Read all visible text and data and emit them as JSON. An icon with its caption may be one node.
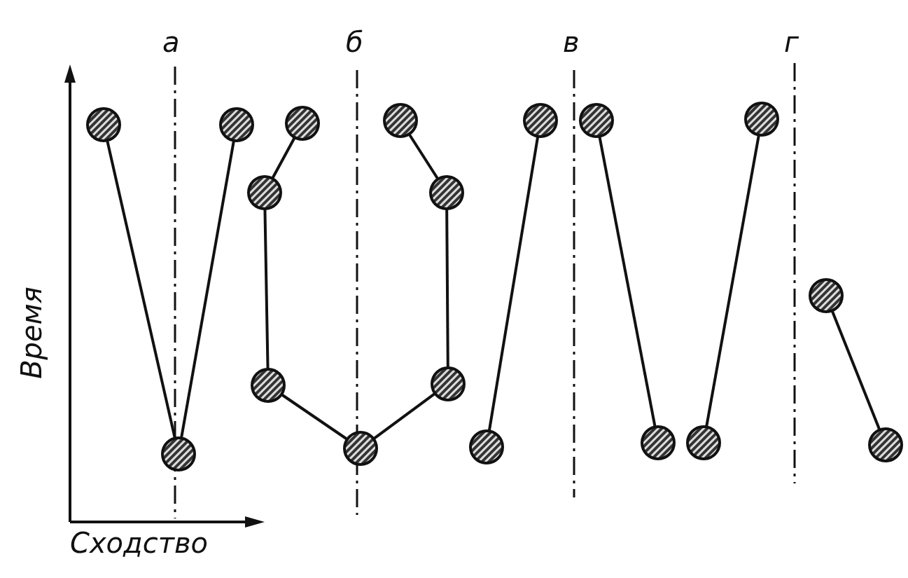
{
  "diagram": {
    "nodes": [
      {
        "text": [],
        "shape": "circle"
      },
      {
        "text": [],
        "shape": "circle"
      },
      {
        "text": [],
        "shape": "circle"
      },
      {
        "text": [],
        "shape": "circle"
      },
      {
        "text": [],
        "shape": "circle"
      },
      {
        "text": [],
        "shape": "circle"
      },
      {
        "text": [],
        "shape": "circle"
      },
      {
        "text": [],
        "shape": "circle"
      },
      {
        "text": [],
        "shape": "circle"
      },
      {
        "text": [],
        "shape": "circle"
      },
      {
        "text": [],
        "shape": "circle"
      },
      {
        "text": [],
        "shape": "circle"
      },
      {
        "text": [],
        "shape": "circle"
      },
      {
        "text": [],
        "shape": "circle"
      },
      {
        "text": [],
        "shape": "circle"
      },
      {
        "text": [],
        "shape": "circle"
      },
      {
        "text": [],
        "shape": "circle"
      },
      {
        "text": [],
        "shape": "circle"
      }
    ],
    "edges": [
      {
        "from": 0,
        "to": 1,
        "arrow": "none"
      },
      {
        "from": 1,
        "to": 2,
        "arrow": "none"
      },
      {
        "from": 3,
        "to": 4,
        "arrow": "none"
      },
      {
        "from": 4,
        "to": 5,
        "arrow": "none"
      },
      {
        "from": 5,
        "to": 6,
        "arrow": "none"
      },
      {
        "from": 6,
        "to": 7,
        "arrow": "none"
      },
      {
        "from": 7,
        "to": 8,
        "arrow": "none"
      },
      {
        "from": 8,
        "to": 9,
        "arrow": "none"
      },
      {
        "from": 10,
        "to": 11,
        "arrow": "none"
      },
      {
        "from": 12,
        "to": 13,
        "arrow": "none"
      },
      {
        "from": 14,
        "to": 15,
        "arrow": "none"
      },
      {
        "from": 16,
        "to": 17,
        "arrow": "none"
      }
    ],
    "labels": [
      "а",
      "б",
      "в",
      "г",
      "Время",
      "Сходство"
    ]
  }
}
